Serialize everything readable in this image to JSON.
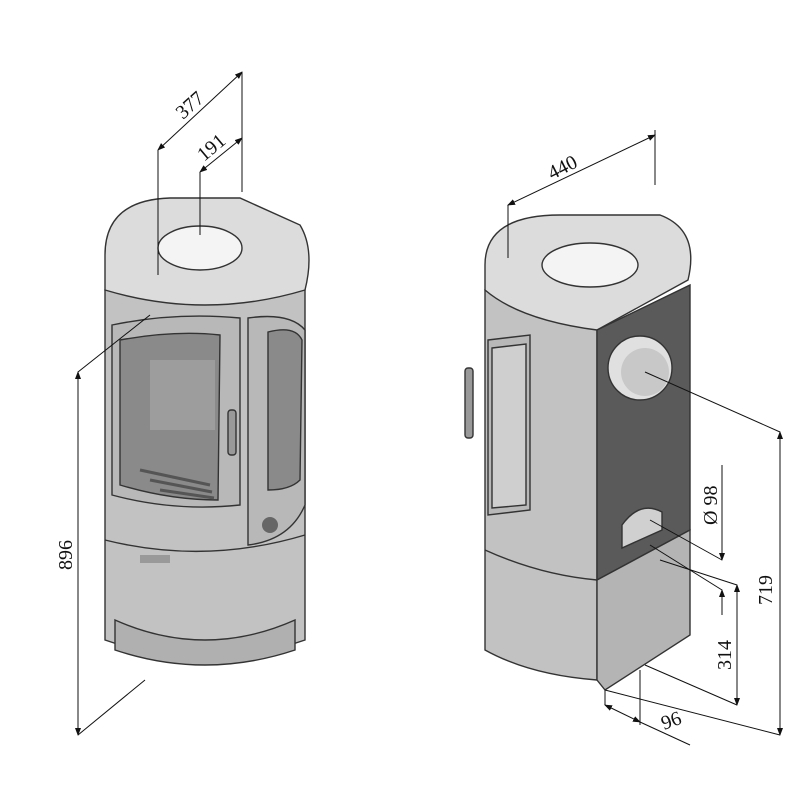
{
  "dimensions": {
    "front_depth": "377",
    "flue_offset": "191",
    "total_height": "896",
    "side_width": "440",
    "rear_flue_diameter": "Ø 98",
    "rear_flue_height": "719",
    "air_inlet_height": "314",
    "air_inlet_offset": "96"
  },
  "colors": {
    "body": "#c4c4c4",
    "top": "#dcdcdc",
    "panel": "#5a5a5a",
    "glass": "#8a8a8a"
  }
}
